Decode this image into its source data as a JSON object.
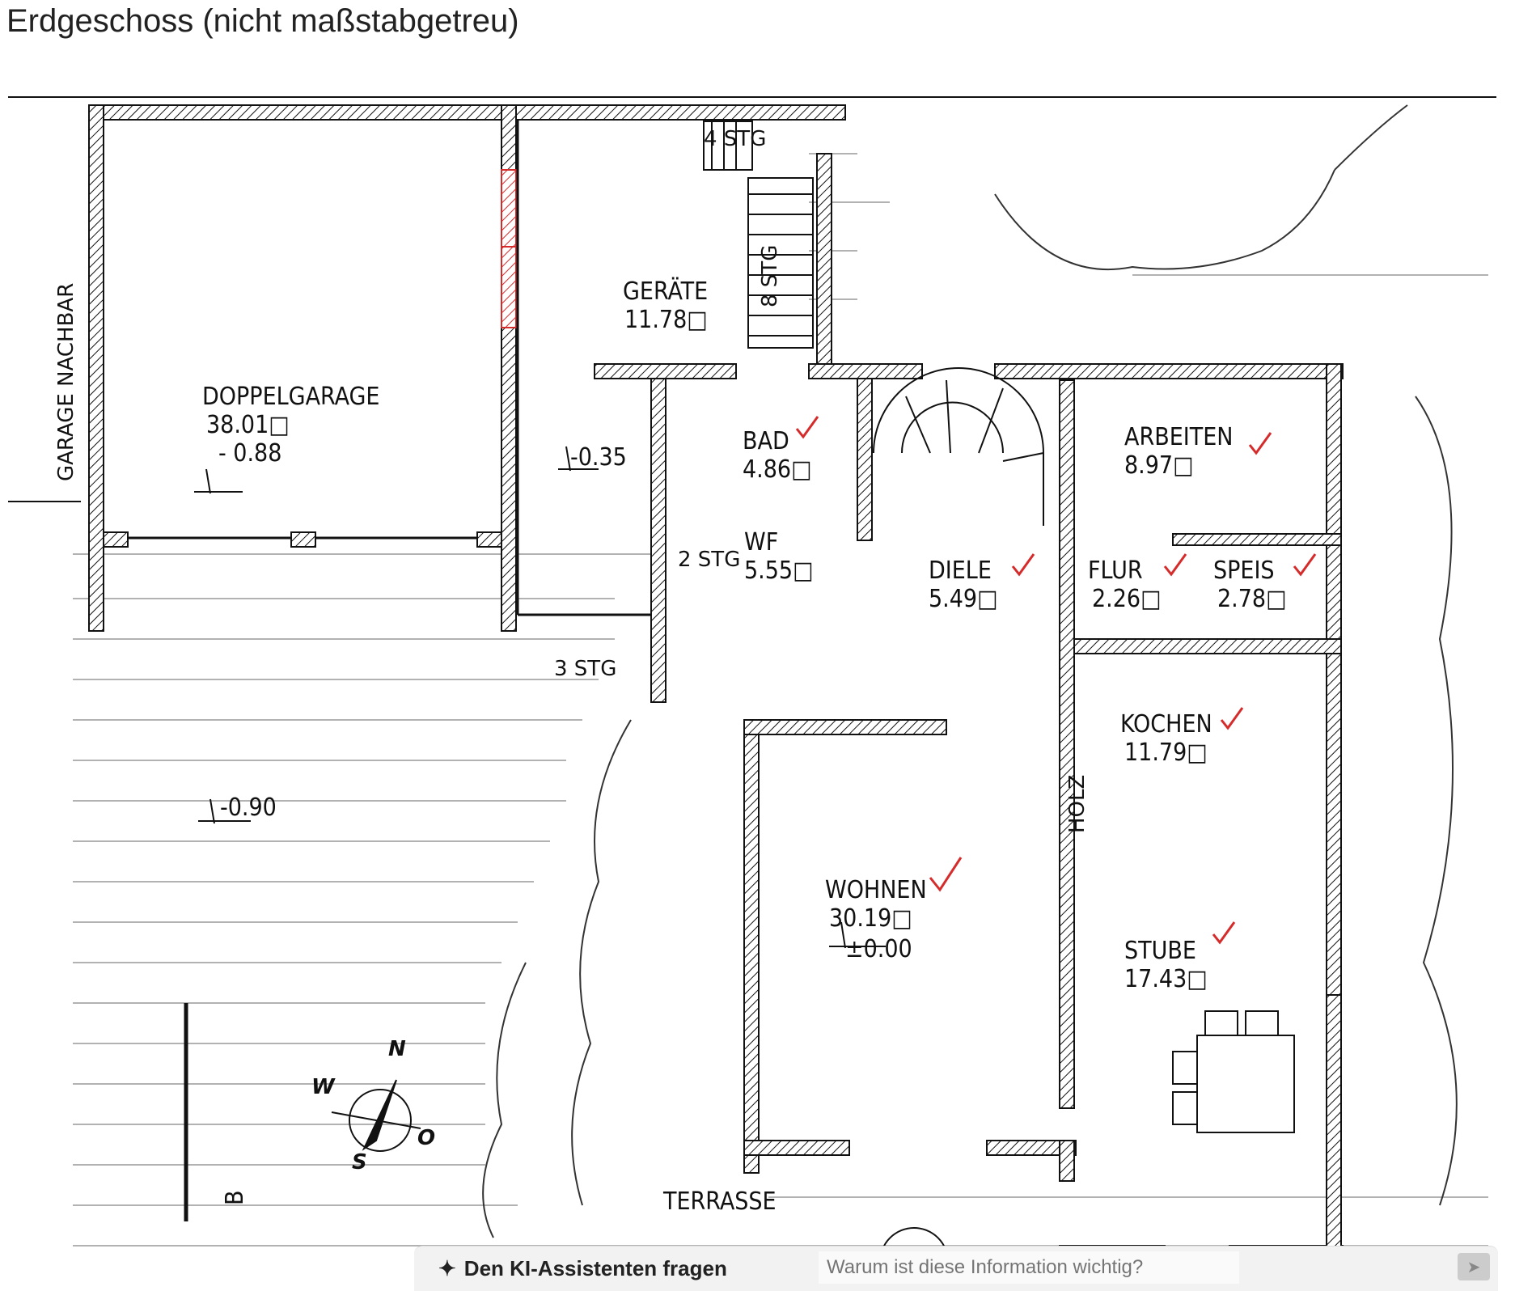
{
  "title": "Erdgeschoss (nicht maßstabgetreu)",
  "rooms": {
    "doppelgarage": {
      "name": "DOPPELGARAGE",
      "area": "38.01□",
      "level": "- 0.88"
    },
    "geraete": {
      "name": "GERÄTE",
      "area": "11.78□"
    },
    "bad": {
      "name": "BAD",
      "area": "4.86□"
    },
    "wf": {
      "name": "WF",
      "area": "5.55□"
    },
    "diele": {
      "name": "DIELE",
      "area": "5.49□"
    },
    "arbeiten": {
      "name": "ARBEITEN",
      "area": "8.97□"
    },
    "flur": {
      "name": "FLUR",
      "area": "2.26□"
    },
    "speis": {
      "name": "SPEIS",
      "area": "2.78□"
    },
    "kochen": {
      "name": "KOCHEN",
      "area": "11.79□"
    },
    "wohnen": {
      "name": "WOHNEN",
      "area": "30.19□",
      "level": "±0.00"
    },
    "stube": {
      "name": "STUBE",
      "area": "17.43□"
    }
  },
  "labels": {
    "garage_nachbar": "GARAGE NACHBAR",
    "stairs_4": "4 STG",
    "stairs_8": "8 STG",
    "stairs_2": "2 STG",
    "stairs_3": "3 STG",
    "level_035": "-0.35",
    "level_090": "-0.90",
    "terrasse": "TERRASSE",
    "section_b": "B",
    "compass_n": "N",
    "compass_s": "S",
    "compass_w": "W",
    "compass_o": "O",
    "holz": "HOLZ"
  },
  "assistant": {
    "button_label": "Den KI-Assistenten fragen",
    "input_placeholder": "Warum ist diese Information wichtig?"
  },
  "colors": {
    "check_mark": "#d62b2b",
    "wall": "#111111"
  }
}
